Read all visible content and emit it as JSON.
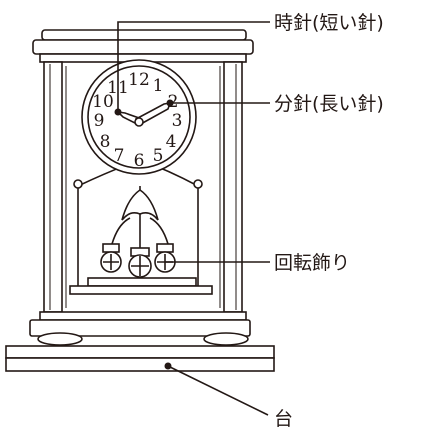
{
  "labels": {
    "hour_hand": "時針(短い針)",
    "minute_hand": "分針(長い針)",
    "rotating_ornament": "回転飾り",
    "base": "台"
  },
  "dial_numbers": [
    "12",
    "1",
    "2",
    "3",
    "4",
    "5",
    "6",
    "7",
    "8",
    "9",
    "10",
    "11"
  ],
  "colors": {
    "line": "#231815",
    "background": "#ffffff"
  }
}
